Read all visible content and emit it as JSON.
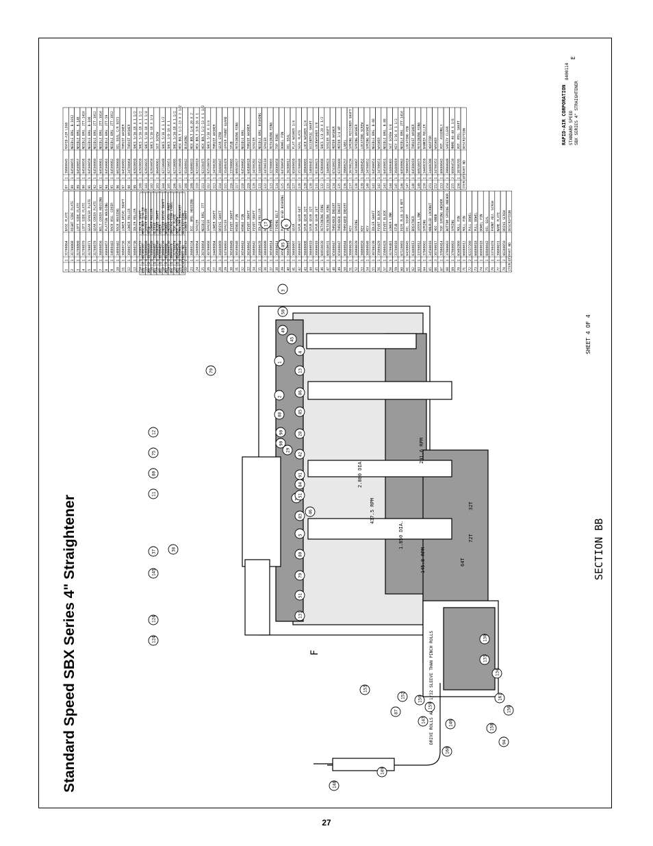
{
  "page": {
    "title": "Standard Speed SBX Series 4\" Straightener",
    "page_number": "27",
    "sheet_label": "SHEET 4 OF 4",
    "section_label": "SECTION BB",
    "drive_note": "DRIVE ROLLS ARE 1 1/32 SLEEVE THAN PINCH ROLLS",
    "view_label": "F"
  },
  "shaft_labels": {
    "rpm_1": "437.5 RPM",
    "rpm_2": "291.6 RPM",
    "rpm_3": "145.8 RPM",
    "dia_1": "1.850 DIA.",
    "dia_2": "2.080 DIA.",
    "gears": [
      "32T",
      "64T",
      "72T"
    ]
  },
  "callouts": [
    "6",
    "17",
    "85",
    "3",
    "50",
    "49",
    "45",
    "1",
    "2",
    "88",
    "90",
    "90",
    "29",
    "84",
    "74",
    "46",
    "4",
    "13",
    "86",
    "85",
    "28",
    "42",
    "91",
    "51",
    "83",
    "5",
    "80",
    "79",
    "51",
    "131",
    "130",
    "133",
    "134",
    "161",
    "156",
    "158",
    "94",
    "146",
    "147",
    "87",
    "152",
    "153",
    "150",
    "159",
    "160",
    "149",
    "148",
    "124",
    "124",
    "145",
    "37",
    "38",
    "11",
    "80",
    "75",
    "12",
    "79"
  ],
  "table_small": {
    "rows": [
      [
        "165",
        "1",
        "61434050",
        "SET SCREW"
      ],
      [
        "164",
        "1",
        "39900078",
        "INSTRUCTION LABEL"
      ],
      [
        "163",
        "1",
        "61500088",
        "WASHER"
      ],
      [
        "162",
        "1",
        "33700467",
        "COVER"
      ],
      [
        "161",
        "1",
        "34400487",
        "SLEEVE"
      ],
      [
        "160",
        "2",
        "53700143",
        "STUD"
      ],
      [
        "159",
        "2",
        "61580505",
        "HEX NUT 1/4-20"
      ]
    ],
    "header": [
      "ITEM",
      "QTY",
      "PART NO",
      "DESCRIPTION"
    ]
  },
  "table_mid": {
    "rows": [
      [
        "156",
        "1",
        "38700705",
        "POT. MTG. SHAFT"
      ],
      [
        "155",
        "2",
        "66004530",
        "MHMS #4-40 X 3/8"
      ],
      [
        "154",
        "1",
        "39900049",
        "SAFETY CLEAR"
      ],
      [
        "153",
        "1",
        "60600043",
        "POT. ASSEMBLY"
      ],
      [
        "152",
        "1",
        "34700352",
        "WASHER"
      ],
      [
        "151",
        "1",
        "34400398",
        "ADAPTOR"
      ],
      [
        "150",
        "1",
        "34400359",
        "BANKER ROLLER"
      ],
      [
        "149",
        "1",
        "60910075",
        "RETAINING RING"
      ],
      [
        "148",
        "1",
        "64580019",
        "THRUST WASHER"
      ],
      [
        "147",
        "1",
        "39800019",
        "LOCATING PIN"
      ],
      [
        "146",
        "1",
        "64500063",
        "NEEDLE BRG. JTT-1414"
      ],
      [
        "145",
        "1",
        "36400019",
        "KEY 3/16 X 1 1/2"
      ],
      [
        "144",
        "1",
        "34400403",
        "SET SCREW 1/4"
      ],
      [
        "143",
        "1",
        "64500051",
        "NEEDLE BRG. B-88"
      ],
      [
        "142",
        "1",
        "34700051",
        "WASHER"
      ],
      [
        "141",
        "1",
        "64500051",
        "NEEDLE BRG. B-88"
      ],
      [
        "140",
        "1",
        "34700052",
        "SPRING WASHER"
      ],
      [
        "139",
        "1",
        "34400452",
        "LOCATING SCREW"
      ],
      [
        "138",
        "1",
        "34700067",
        "SPRING WASHER"
      ],
      [
        "137",
        "1",
        "36700236",
        "SPRING RETAINER SHAFT"
      ],
      [
        "136",
        "1",
        "39900257",
        "LABEL"
      ],
      [
        "135",
        "1",
        "63700000",
        "MOTOR 3/4 HP"
      ],
      [
        "134",
        "1",
        "67410023",
        "MOTOR WASHER"
      ],
      [
        "133",
        "1",
        "34400023",
        "SPACER SHAFT"
      ],
      [
        "132",
        "1",
        "62980068",
        "SHCS 1/4-20 X 1/2"
      ],
      [
        "131",
        "1",
        "61380021",
        "LOCKWASHER 3/8"
      ],
      [
        "130",
        "1",
        "34800453",
        "ECCENTRIC SHAFT"
      ],
      [
        "129",
        "1",
        "38900005",
        "LOCK WASHER 1/4"
      ],
      [
        "128",
        "1",
        "35700048",
        "SEAL PLATE"
      ],
      [
        "127",
        "1",
        "61800059",
        "FLAT WASHER 1/4"
      ],
      [
        "126",
        "1",
        "36300012",
        "OIL SEAL"
      ],
      [
        "125",
        "1",
        "64780059",
        "DOWEL PIN"
      ],
      [
        "124",
        "1",
        "36600058",
        "TOP RING"
      ],
      [
        "123",
        "1",
        "32700003",
        "RETAINING RING"
      ],
      [
        "122",
        "1",
        "34700110",
        "SPACER"
      ],
      [
        "121",
        "1",
        "34400452",
        "NEEDLE BRG. BUSHING"
      ],
      [
        "120",
        "1",
        "34700282",
        "SPACER"
      ],
      [
        "119",
        "1",
        "64580018",
        "THRUST WASHER"
      ],
      [
        "118",
        "1",
        "64500062",
        "NEEDLE BRG."
      ],
      [
        "117",
        "1",
        "60910027",
        "RETAINING RING"
      ],
      [
        "116",
        "1",
        "33700065",
        "STUD"
      ],
      [
        "115",
        "1",
        "31400478",
        "UPPER FRONT GUARD"
      ],
      [
        "114",
        "1",
        "38400047",
        "GEAR GTRD"
      ],
      [
        "113",
        "1",
        "34700282",
        "THRUST WASHER"
      ],
      [
        "112",
        "1",
        "62530070",
        "SHCS 5/16 X 3/4"
      ],
      [
        "111",
        "1",
        "62330475",
        "HEX BOLT 1/2-13 X 1 1/2"
      ],
      [
        "110",
        "1",
        "62330010",
        "HEX BOLT 3/8-16 X 1"
      ],
      [
        "109",
        "1",
        "63400033",
        "HEX BOLT 1/4-20 X 2"
      ],
      [
        "108",
        "1",
        "61400042",
        "BUSHING"
      ],
      [
        "107",
        "1",
        "62330049",
        "HEX BOLT 1/2-13 X 2 1/2"
      ],
      [
        "106",
        "1",
        "62730095",
        "SHCS 5/16-18 X 1 1/2"
      ],
      [
        "105",
        "1",
        "62730051",
        "SHCS 3/8-16 X 1"
      ],
      [
        "104",
        "1",
        "62730049",
        "SHCS 5/16 X 1 1/2"
      ],
      [
        "103",
        "1",
        "66400061",
        "SET SCREW"
      ],
      [
        "102",
        "1",
        "62930058",
        "SHCS 5/16-18 X 3/4"
      ],
      [
        "101",
        "1",
        "62930035",
        "SHCS 5/16-18 X 1 1/4"
      ],
      [
        "100",
        "1",
        "62930059",
        "SHCS 5/16-18 X 1 1/2"
      ],
      [
        "99",
        "1",
        "62930059",
        "SHCS 5/16-18 X 1 1/2"
      ],
      [
        "98",
        "1",
        "34700064",
        "THRUST WASHER"
      ],
      [
        "97",
        "1",
        "64580082",
        "THRUST WASHER"
      ],
      [
        "96",
        "1",
        "60200069",
        "OIL SEAL C/R 9373"
      ],
      [
        "95",
        "1",
        "64500062",
        "NEEDLE BRG. JTT-1012"
      ],
      [
        "94",
        "1",
        "64500061",
        "NEEDLE BRG. JTT-59"
      ],
      [
        "93",
        "1",
        "64500061",
        "NEEDLE BRG. JTT-1614"
      ],
      [
        "92",
        "1",
        "64500060",
        "NEEDLE BRG. JTT-1012"
      ],
      [
        "91",
        "1",
        "64500059",
        "NEEDLE BRG. B-108"
      ],
      [
        "90",
        "1",
        "64500058",
        "NEEDLE BRG. JTT-1410"
      ],
      [
        "89",
        "1",
        "64500057",
        "NEEDLE BRG. B-148"
      ],
      [
        "88",
        "1",
        "64500055",
        "NEEDLE BRG. B-1012"
      ],
      [
        "87",
        "1",
        "39900045",
        "RAPID-AIR LOGO"
      ]
    ],
    "header": [
      "ITEM",
      "QTY",
      "PART NO",
      "DESCRIPTION"
    ]
  },
  "table_right": {
    "rows": [
      [
        "78",
        "2",
        "66300050",
        "DRIVE SCREW"
      ],
      [
        "77",
        "1",
        "39900031",
        "NAME PLATE"
      ],
      [
        "76",
        "1",
        "33700478",
        "FRONT ADJ. SCREW"
      ],
      [
        "75",
        "1",
        "60800043",
        "OIL SEAL"
      ],
      [
        "74",
        "1",
        "66000018",
        "DOWEL PIN"
      ],
      [
        "73",
        "1",
        "66800018",
        "PULL DOWEL"
      ],
      [
        "72",
        "2",
        "62237200",
        "PULL DOWEL"
      ],
      [
        "71",
        "1",
        "66000012",
        "ROLL PIN"
      ],
      [
        "70",
        "1",
        "65402800",
        "ROLL PIN"
      ],
      [
        "69",
        "1",
        "37900003",
        "SPRING"
      ],
      [
        "68",
        "1",
        "37900003",
        "BOTTOM SPRING ANCHOR"
      ],
      [
        "67",
        "1",
        "37900414",
        "TOP SPRING ANCHOR"
      ],
      [
        "66",
        "3",
        "36700017",
        "ADJ. KNOB"
      ],
      [
        "65",
        "1",
        "34500018",
        "KNURLED LOCKNUT"
      ],
      [
        "64",
        "1",
        "37900002",
        "SPRING"
      ],
      [
        "63",
        "1",
        "33700812",
        "UPPER LINK"
      ],
      [
        "62",
        "1",
        "63400013",
        "BREATHER"
      ],
      [
        "61",
        "1",
        "64300045",
        "OIL SIGHT"
      ],
      [
        "60",
        "1",
        "67120003",
        "PIPE PLUG 3/8 NPT"
      ],
      [
        "59",
        "1",
        "33700018",
        "STUD"
      ],
      [
        "58",
        "1",
        "31700481",
        "LOWER LINK"
      ],
      [
        "57",
        "1",
        "35900428",
        "PIVOT BLOCK"
      ],
      [
        "56",
        "1",
        "35900429",
        "PIVOT BLOCK"
      ],
      [
        "55",
        "1",
        "36700239",
        "IDLER SHAFT"
      ],
      [
        "54",
        "1",
        "36900048",
        "KEY"
      ],
      [
        "53",
        "1",
        "36900050",
        "KEY"
      ],
      [
        "52",
        "1",
        "36900039",
        "SPRING"
      ],
      [
        "51",
        "1",
        "36900039",
        "KEY"
      ],
      [
        "50",
        "1",
        "65600044",
        "THREADED INSERT"
      ],
      [
        "49",
        "1",
        "65600047",
        "THREADED INSERT"
      ],
      [
        "48",
        "1",
        "65600047",
        "THREADED INSERT"
      ],
      [
        "47",
        "1",
        "60910031",
        "RETAINING RING"
      ],
      [
        "46",
        "1",
        "60910030",
        "RETAINING RING"
      ],
      [
        "45",
        "1",
        "36600018",
        "SPUR GEAR 24T"
      ],
      [
        "44",
        "1",
        "36600019",
        "SPUR GEAR 32T"
      ],
      [
        "43",
        "1",
        "36600008",
        "SPUR GEAR 32T"
      ],
      [
        "42",
        "1",
        "36600007",
        "SPUR GEAR 64T"
      ],
      [
        "41",
        "1",
        "36600007",
        "GEAR"
      ],
      [
        "40",
        "1",
        "36600014",
        "PULLEY"
      ],
      [
        "39",
        "1",
        "36500014",
        "PULLEY W/GD BUSHING"
      ],
      [
        "38",
        "1",
        "36600014",
        "TIMING BELT"
      ],
      [
        "37",
        "1",
        "36500014",
        "PINION"
      ],
      [
        "36",
        "1",
        "38600099",
        "RACK"
      ],
      [
        "35",
        "1",
        "36900028",
        "IDLER ROLLER"
      ],
      [
        "34",
        "1",
        "36900042",
        "PIVOT SHAFT"
      ],
      [
        "33",
        "1",
        "36500042",
        "PIVOT SHAFT"
      ],
      [
        "32",
        "1",
        "36500043",
        "HINGE PIN"
      ],
      [
        "31",
        "1",
        "36500048",
        "HINGE PIN"
      ],
      [
        "30",
        "1",
        "36500049",
        "PIVOT SHAFT"
      ],
      [
        "29",
        "1",
        "34700003",
        "SPACER"
      ],
      [
        "28",
        "1",
        "36400069",
        "DRIVE SHAFT"
      ],
      [
        "27",
        "1",
        "34400064",
        "LOWER SHAFT"
      ],
      [
        "26",
        "1",
        "36700068",
        "SPACER"
      ],
      [
        "25",
        "1",
        "36700064",
        "NEEDLE BRG. JTT"
      ],
      [
        "24",
        "1",
        "34400064",
        "SPACER"
      ],
      [
        "23",
        "1",
        "36900334",
        "ECC. BRG. HOUSING"
      ],
      [
        "22",
        "1",
        "36900743",
        "LOWER SHAFT"
      ],
      [
        "21",
        "1",
        "36900744",
        "ROLLER BRACKET"
      ],
      [
        "20",
        "1",
        "31700874",
        "TOP PLATE"
      ],
      [
        "19",
        "1",
        "36900736",
        "MOTOR MTG. BRKT."
      ],
      [
        "18",
        "1",
        "36900738",
        "MOTOR DRIVE SHAFT"
      ],
      [
        "17",
        "1",
        "36900740",
        "GUIDE SHAFT"
      ],
      [
        "16",
        "1",
        "34800048",
        "LOWER ROLLER"
      ],
      [
        "15",
        "1",
        "34800048",
        "UPPER ROLLER"
      ],
      [
        "14",
        "1",
        "36900737",
        "IDLER SHAFT"
      ],
      [
        "13",
        "1",
        "36900736",
        "IDLER ROLLER"
      ],
      [
        "12",
        "1",
        "36900736",
        "LOWER ROLLER"
      ],
      [
        "11",
        "1",
        "36900736",
        "LOWER DRIVE SHAFT"
      ],
      [
        "10",
        "1",
        "34800442",
        "RACK HOUSING"
      ],
      [
        "9",
        "1",
        "34800443",
        "RACK HSG. COVER"
      ],
      [
        "8",
        "1",
        "36800857",
        "PLATTEN HOUSING"
      ],
      [
        "7",
        "1",
        "36800856",
        "BELT COVER HOUSING"
      ],
      [
        "6",
        "1",
        "31700878",
        "GEAR COVER PLATE"
      ],
      [
        "5",
        "1",
        "31700871",
        "GEAR SPACER PLATE"
      ],
      [
        "4",
        "1",
        "31700870",
        "LEFT SIDE PLATE"
      ],
      [
        "3",
        "1",
        "31700869",
        "LEFT SIDE PLATE"
      ],
      [
        "2",
        "1",
        "31700868",
        "RIGHT SIDE PLATE"
      ],
      [
        "1",
        "1",
        "31700864",
        "BASE PLATE"
      ]
    ],
    "header": [
      "ITEM",
      "QTY",
      "PART NO",
      "DESCRIPTION"
    ]
  },
  "title_block": {
    "company": "RAPID-AIR CORPORATION",
    "line1": "STANDARD SPEED",
    "line2": "SBX SERIES 4\" STRAIGHTENER",
    "drawing_no": "8400114",
    "rev": "E"
  }
}
